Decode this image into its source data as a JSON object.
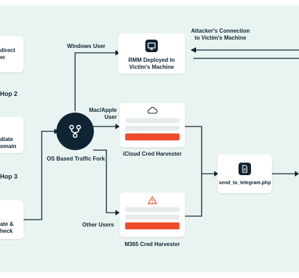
{
  "edge_labels": {
    "windows_user": "Windows User",
    "mac_apple_user_line1": "Mac/Apple",
    "mac_apple_user_line2": "User",
    "other_users": "Other Users",
    "attacker_connection_line1": "Attacker's Connection",
    "attacker_connection_line2": "to Victim's Machine"
  },
  "hops": {
    "hop2": "Hop 2",
    "hop3": "Hop 3"
  },
  "left_boxes": {
    "top_line1": "direct",
    "top_line2": "er",
    "middle_line1": "diate",
    "middle_line2": "omain",
    "bottom_line1": "ate &",
    "bottom_line2": "heck"
  },
  "fork": {
    "label": "OS Based Traffic Fork",
    "icon": "fork-icon"
  },
  "rmm": {
    "label_line1": "RMM Deployed In",
    "label_line2": "Victim's Machine",
    "icon": "monitor-icon"
  },
  "icloud": {
    "label": "iCloud Cred Harvester",
    "icon": "cloud-icon"
  },
  "m365": {
    "label": "M365 Cred Harvester",
    "icon": "warning-icon"
  },
  "telegram": {
    "label": "send_to_telegram.php",
    "icon": "document-icon"
  },
  "colors": {
    "navy": "#0f2433",
    "accent_red": "#f04a2d",
    "background": "#e9f4f2"
  }
}
